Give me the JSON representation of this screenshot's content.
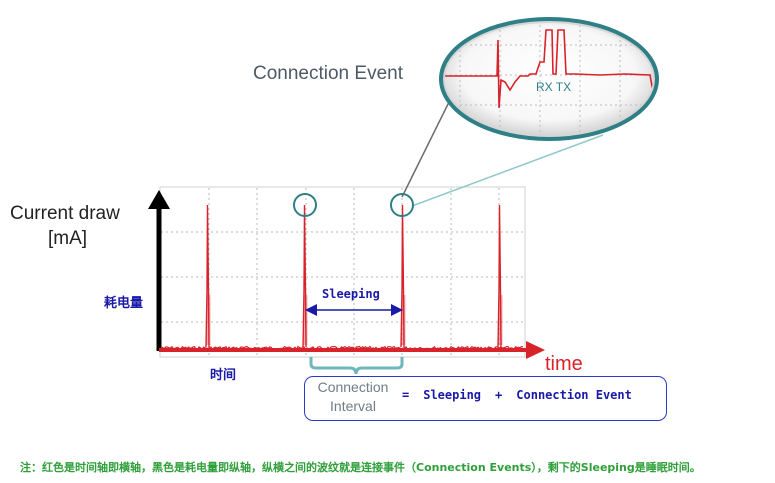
{
  "diagram": {
    "connection_event_title": "Connection Event",
    "y_axis_title_line1": "Current draw",
    "y_axis_title_line2": "[mA]",
    "y_axis_cn": "耗电量",
    "x_axis_title": "time",
    "x_axis_cn": "时间",
    "sleeping_label": "Sleeping",
    "rx_tx_label": "RX TX",
    "connection_interval_line1": "Connection",
    "connection_interval_line2": "Interval",
    "equation": {
      "equals": "=",
      "term1": "Sleeping",
      "plus": "+",
      "term2": "Connection Event"
    },
    "footnote": "注：红色是时间轴即横轴，黑色是耗电量即纵轴，纵横之间的波纹就是连接事件（Connection Events），剩下的Sleeping是睡眠时间。",
    "colors": {
      "signal": "#d9232a",
      "axis": "#000000",
      "highlight": "#2e7f86",
      "annotation": "#1a1aa8",
      "note": "#2f9f3a"
    },
    "spike_count": 4
  }
}
